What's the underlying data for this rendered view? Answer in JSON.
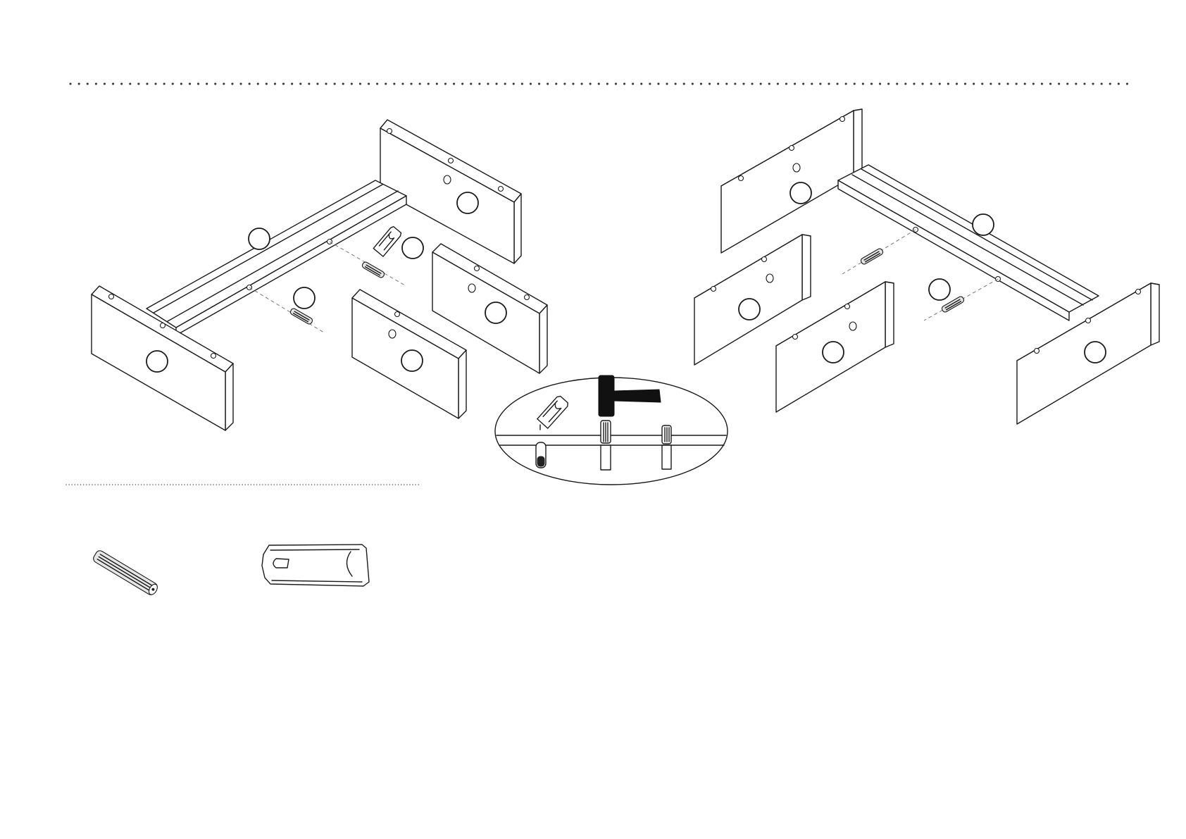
{
  "figure": {
    "type": "assembly-instruction-step",
    "left_assembly": {
      "callout_count": 6
    },
    "right_assembly": {
      "callout_count": 6
    },
    "detail_view": {
      "tools": [
        "glue-tube-icon",
        "hammer-icon",
        "dowel-icon"
      ]
    },
    "parts_legend": {
      "items": [
        "wooden-dowel-icon",
        "glue-tube-icon"
      ]
    }
  },
  "colors": {
    "line": "#1a1a1a",
    "fill": "#ffffff",
    "hammer": "#111111"
  }
}
